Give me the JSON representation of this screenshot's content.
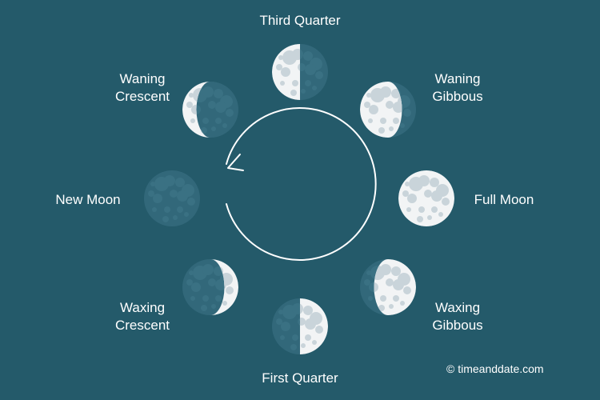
{
  "colors": {
    "background": "#245a6a",
    "moon_lit": "#f2f4f5",
    "moon_dark": "#32687a",
    "crater": "#c9d4da",
    "cycle_line": "#ffffff",
    "text": "#ffffff"
  },
  "phases": {
    "third_quarter": {
      "label": "Third Quarter",
      "illumination": 0.5
    },
    "waning_crescent": {
      "label_line1": "Waning",
      "label_line2": "Crescent",
      "illumination": 0.25
    },
    "waning_gibbous": {
      "label_line1": "Waning",
      "label_line2": "Gibbous",
      "illumination": 0.75
    },
    "new_moon": {
      "label": "New Moon",
      "illumination": 0
    },
    "full_moon": {
      "label": "Full Moon",
      "illumination": 1
    },
    "waxing_crescent": {
      "label_line1": "Waxing",
      "label_line2": "Crescent",
      "illumination": 0.25
    },
    "waxing_gibbous": {
      "label_line1": "Waxing",
      "label_line2": "Gibbous",
      "illumination": 0.75
    },
    "first_quarter": {
      "label": "First Quarter",
      "illumination": 0.5
    }
  },
  "cycle_icon": "circular-arrow-icon",
  "credit": "© timeanddate.com"
}
